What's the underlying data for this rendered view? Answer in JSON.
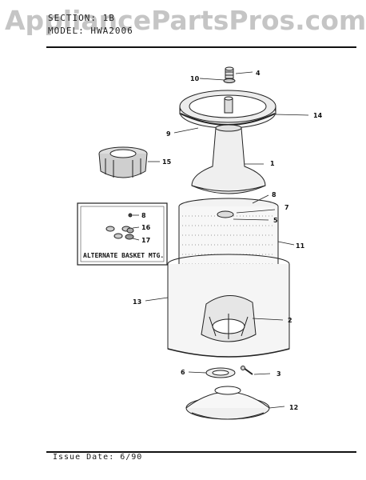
{
  "header": {
    "section_line": "SECTION: 1B",
    "model_line": "MODEL: HWA2006",
    "watermark": "AppliancePartsPros.com"
  },
  "footer": {
    "issue_date": "Issue Date: 6/90"
  },
  "callouts": [
    "1",
    "2",
    "3",
    "4",
    "5",
    "6",
    "7",
    "8",
    "9",
    "10",
    "11",
    "12",
    "13",
    "14",
    "15"
  ],
  "alternate_box": {
    "title": "ALTERNATE BASKET MTG.",
    "callouts": [
      "8",
      "16",
      "17"
    ]
  },
  "colors": {
    "ink": "#111111",
    "watermark": "#969696"
  }
}
